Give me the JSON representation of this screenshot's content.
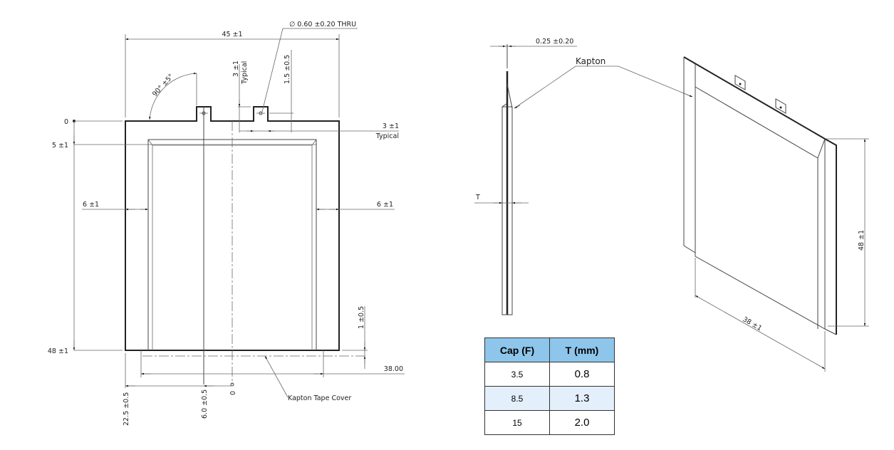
{
  "front_view": {
    "width_dim": "45 ±1",
    "hole_dim": "∅ 0.60 ±0.20 THRU",
    "angle_dim": "90° ±5°",
    "tab_height_dim": "3 ±1",
    "tab_height_note": "Typical",
    "tab_offset_dim": "1.5 ±0.5",
    "tab_width_dim": "3 ±1",
    "tab_width_note": "Typical",
    "origin_label": "0",
    "top_margin_dim": "5 ±1",
    "left_margin_dim": "6 ±1",
    "right_margin_dim": "6 ±1",
    "height_dim": "48 ±1",
    "bottom_offset_dim": "1 ±0.5",
    "tape_width_dim": "38.00",
    "left_tab_pos_dim": "22.5 ±0.5",
    "right_tab_pos_dim": "6.0 ±0.5",
    "center_zero_label": "0",
    "tape_callout": "Kapton Tape Cover"
  },
  "side_view": {
    "thickness_top_dim": "0.25 ±0.20",
    "kapton_label": "Kapton",
    "thickness_label": "T"
  },
  "iso_view": {
    "height_dim": "48 ±1",
    "width_dim": "38 ±1"
  },
  "capacity_table": {
    "headers": [
      "Cap (F)",
      "T (mm)"
    ],
    "rows": [
      {
        "cap": "3.5",
        "t": "0.8"
      },
      {
        "cap": "8.5",
        "t": "1.3"
      },
      {
        "cap": "15",
        "t": "2.0"
      }
    ],
    "header_color": "#8ec5ea",
    "alt_row_color": "#e3effa"
  }
}
